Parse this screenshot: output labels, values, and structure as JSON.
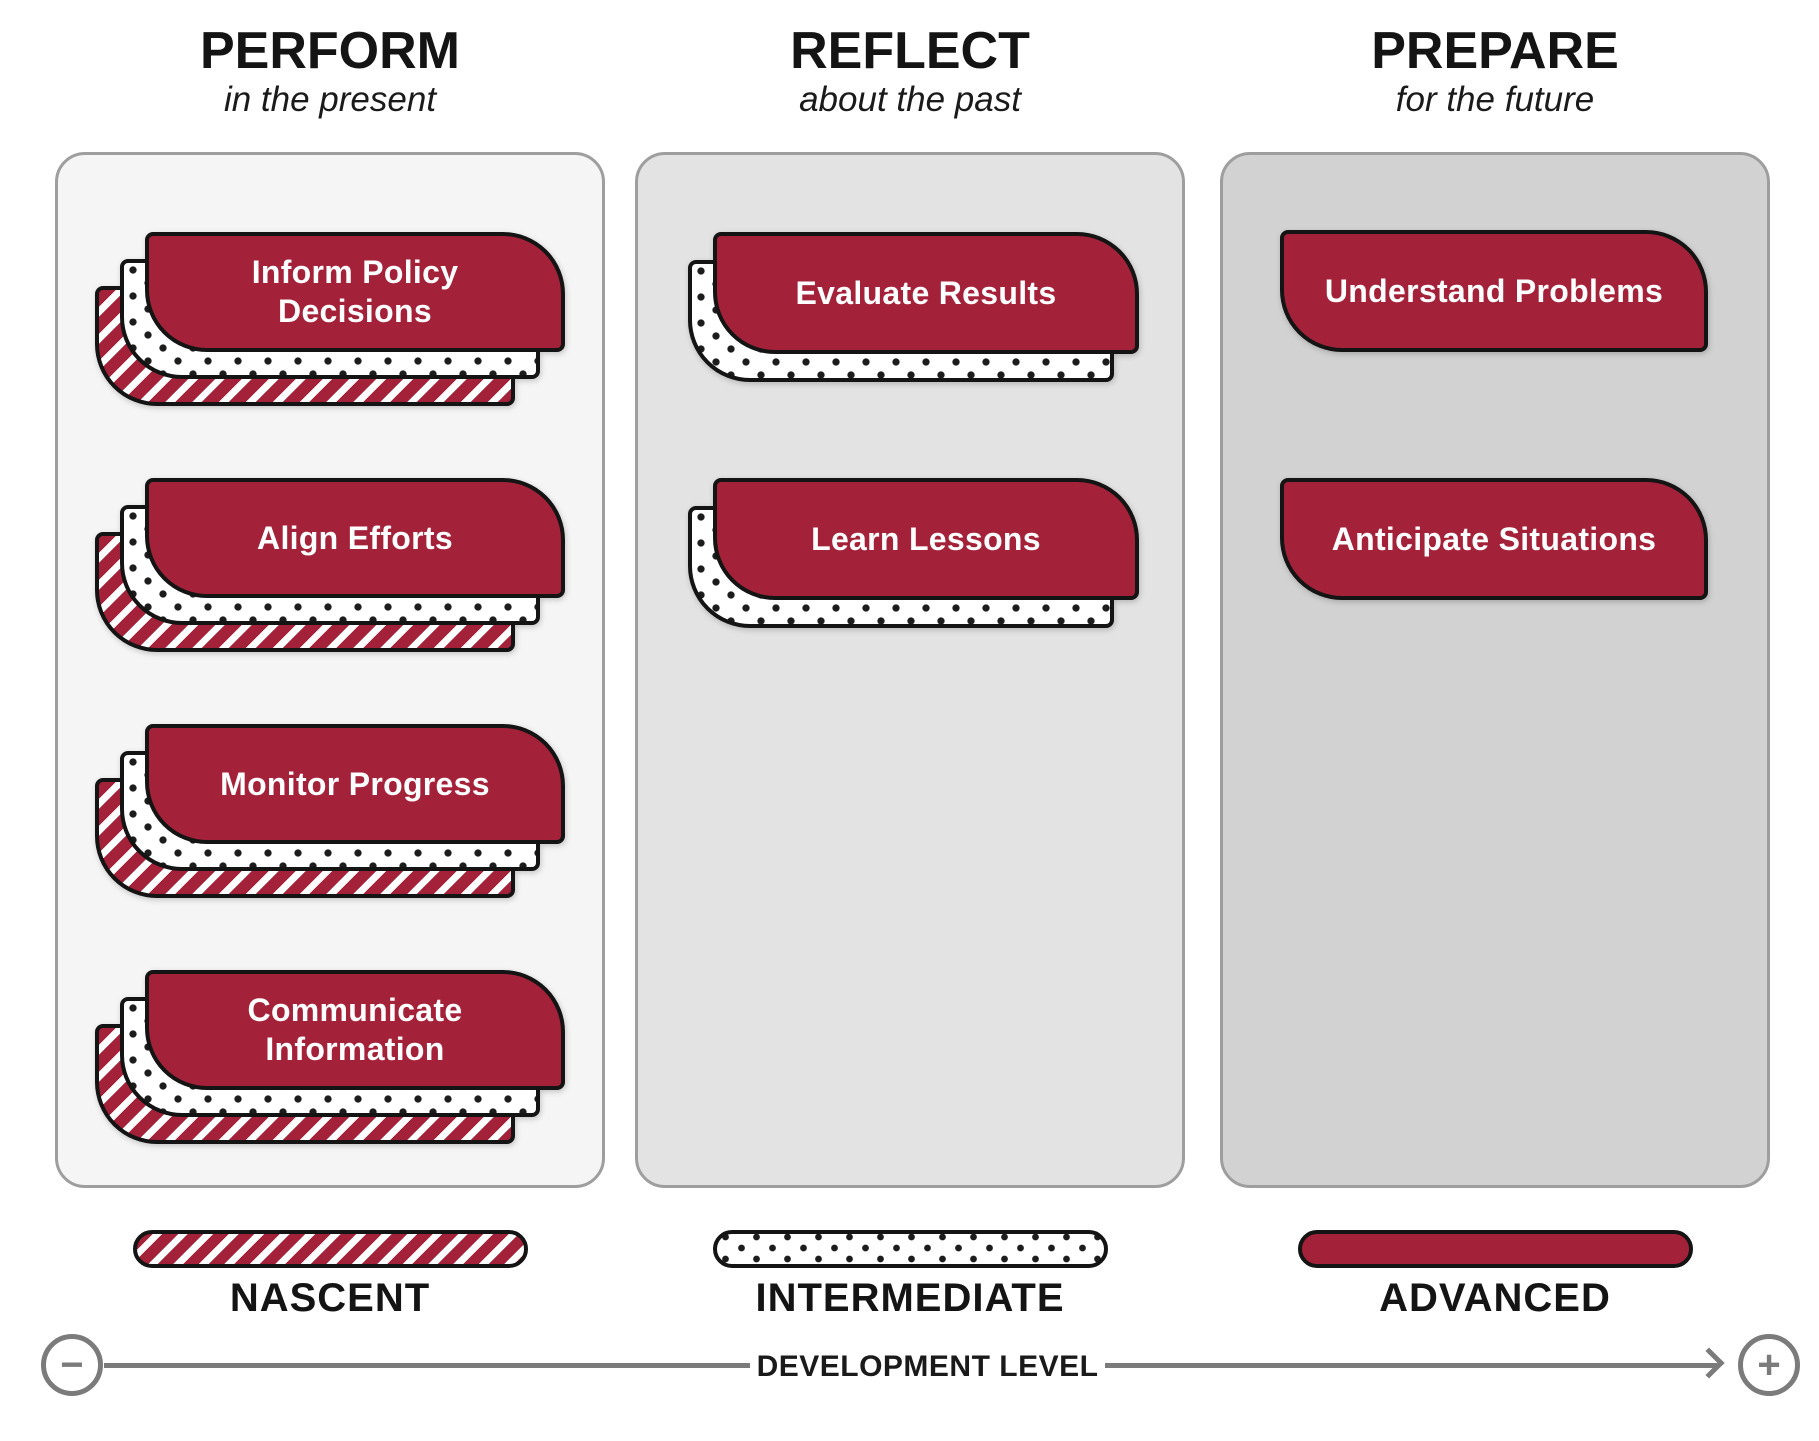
{
  "colors": {
    "advanced_red": "#A42239",
    "outline_black": "#141414",
    "panel_perform_bg": "#f5f5f5",
    "panel_reflect_bg": "#e3e3e3",
    "panel_prepare_bg": "#d2d2d2",
    "panel_border": "#9e9e9e",
    "axis_gray": "#7b7b7b"
  },
  "columns": [
    {
      "title": "PERFORM",
      "subtitle": "in the present",
      "cards": [
        {
          "label": "Inform Policy\nDecisions"
        },
        {
          "label": "Align Efforts"
        },
        {
          "label": "Monitor Progress"
        },
        {
          "label": "Communicate\nInformation"
        }
      ]
    },
    {
      "title": "REFLECT",
      "subtitle": "about the past",
      "cards": [
        {
          "label": "Evaluate Results"
        },
        {
          "label": "Learn Lessons"
        }
      ]
    },
    {
      "title": "PREPARE",
      "subtitle": "for the future",
      "cards": [
        {
          "label": "Understand Problems"
        },
        {
          "label": "Anticipate Situations"
        }
      ]
    }
  ],
  "legend": {
    "items": [
      {
        "label": "NASCENT",
        "pattern": "striped"
      },
      {
        "label": "INTERMEDIATE",
        "pattern": "dotted"
      },
      {
        "label": "ADVANCED",
        "pattern": "solid"
      }
    ]
  },
  "axis": {
    "label": "DEVELOPMENT LEVEL",
    "minus": "−",
    "plus": "+"
  }
}
